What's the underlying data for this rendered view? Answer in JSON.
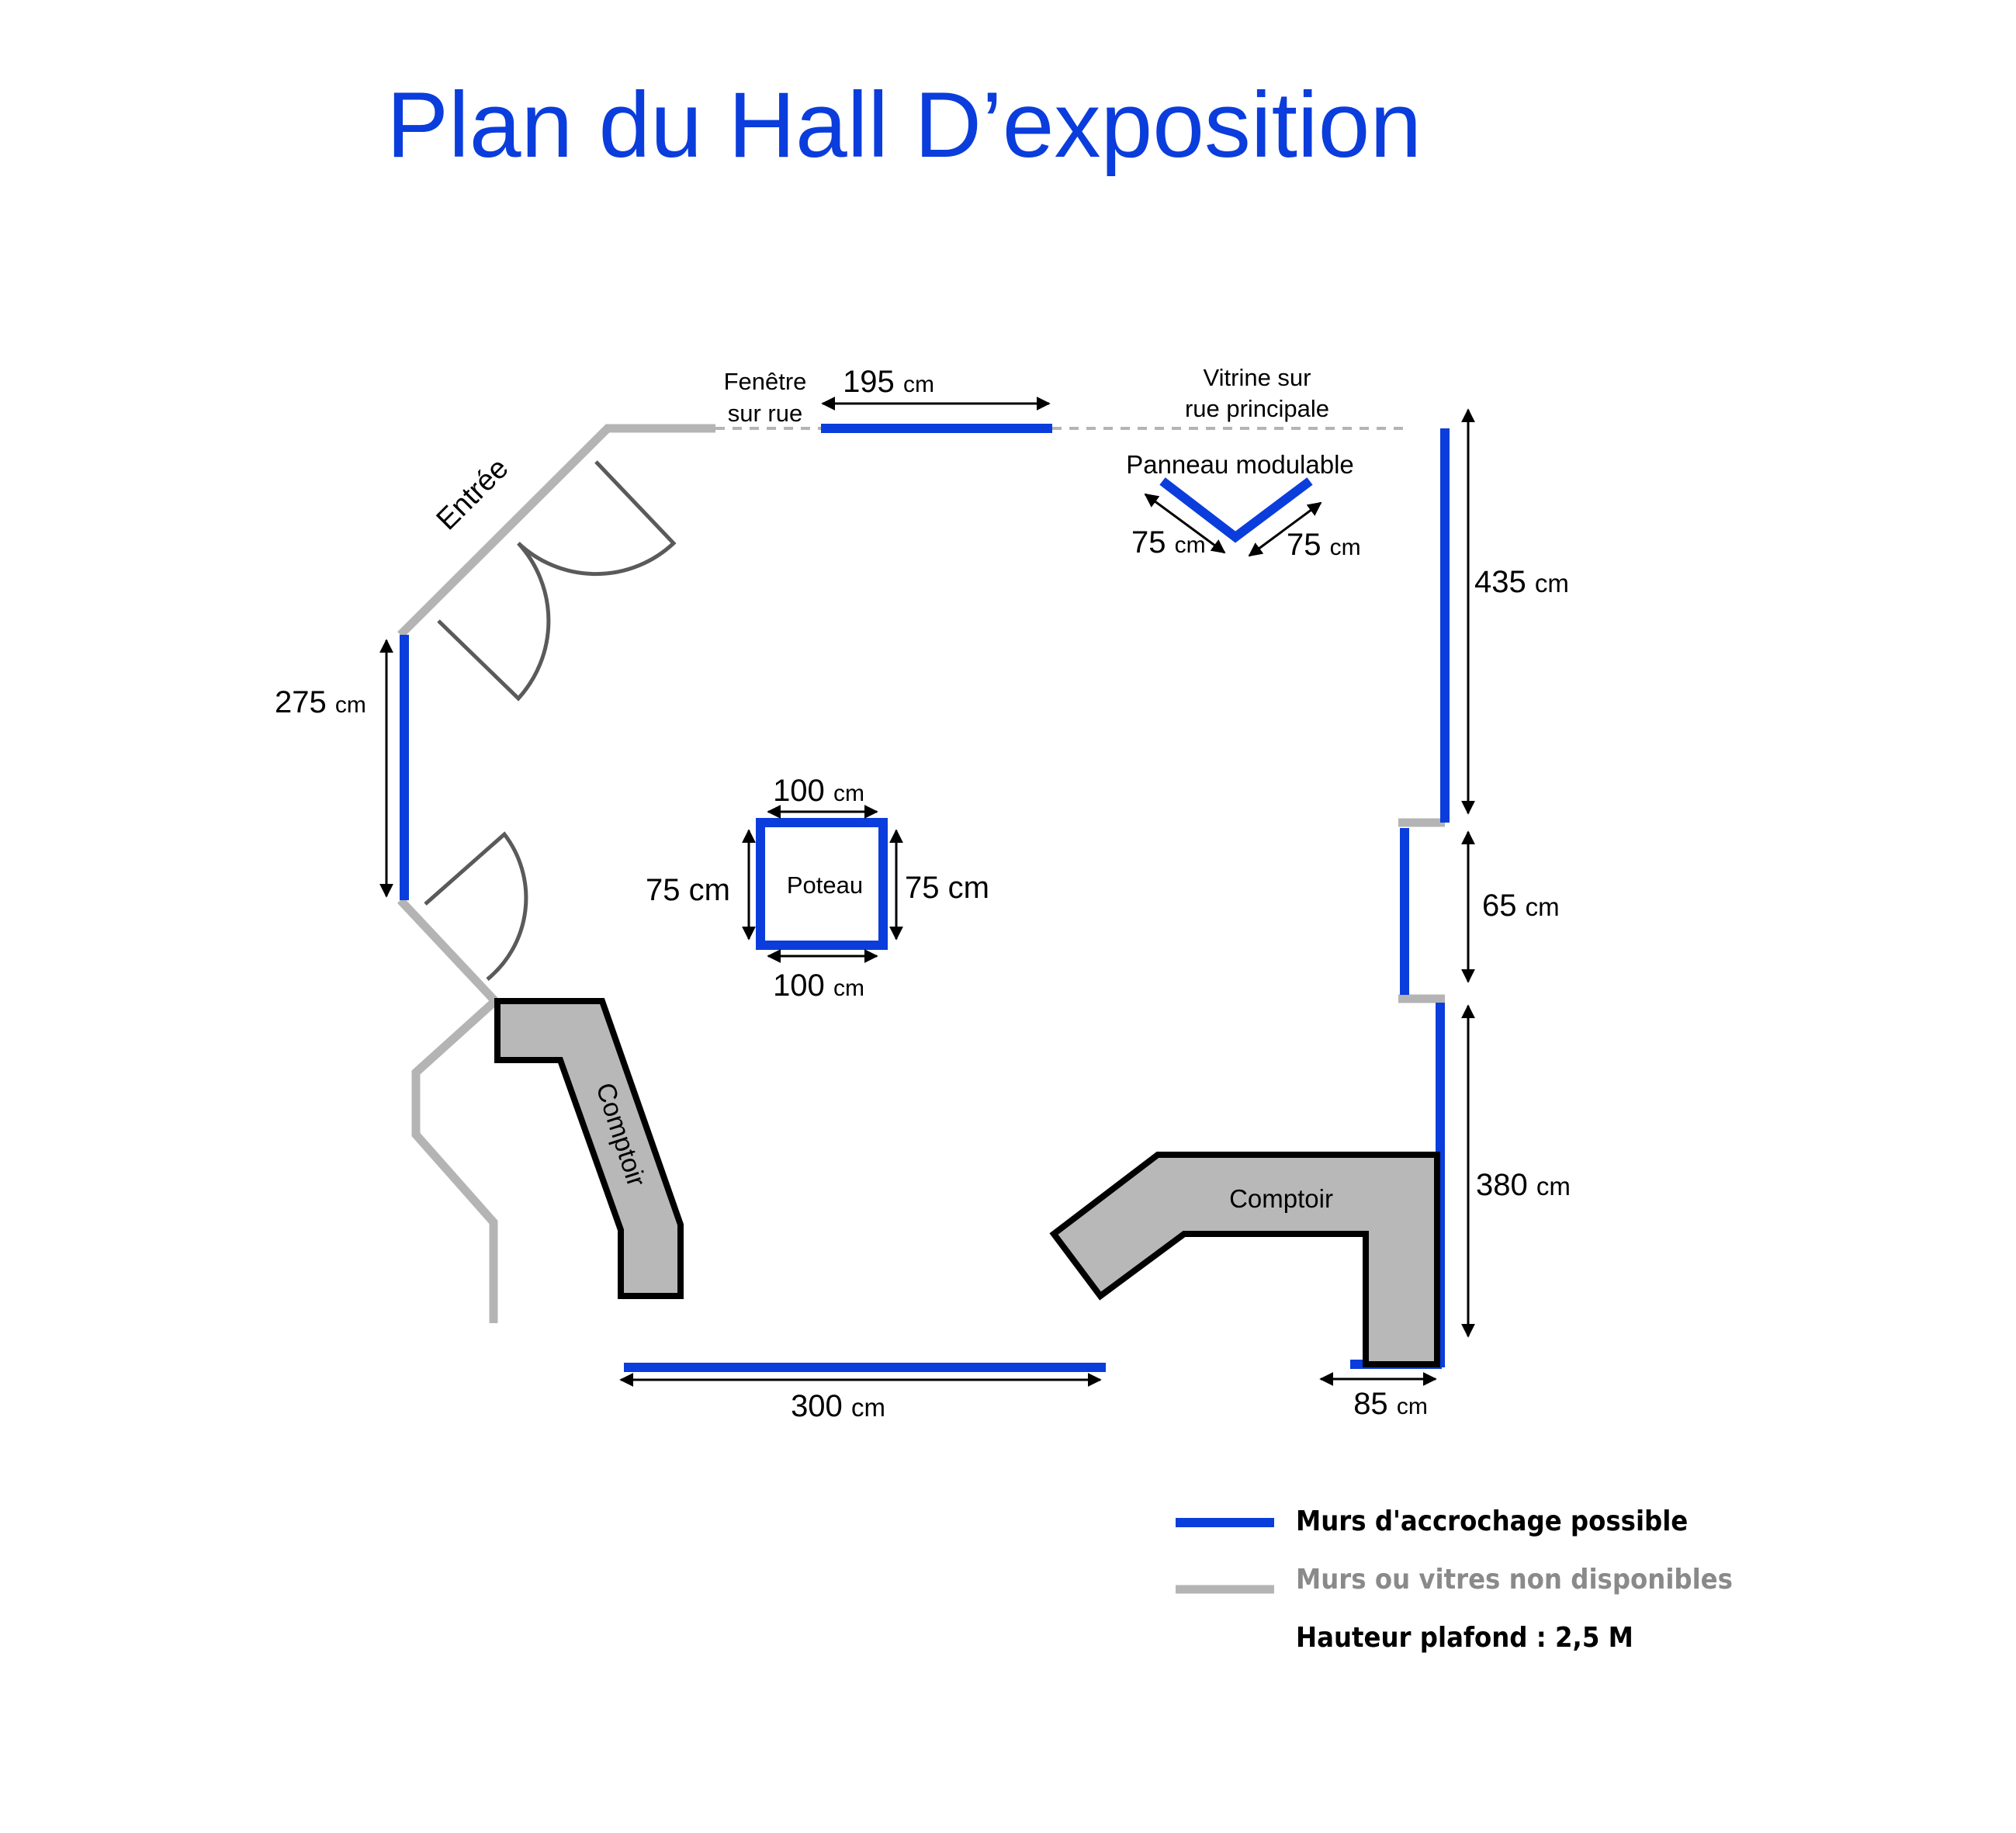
{
  "title": "Plan du Hall D’exposition",
  "colors": {
    "hanging_wall": "#0a3ddc",
    "unavailable_wall": "#b4b4b4",
    "counter": "#b8b8b8",
    "title": "#0a3ddc"
  },
  "labels": {
    "entree": "Entrée",
    "fenetre_1": "Fenêtre",
    "fenetre_2": "sur rue",
    "vitrine_1": "Vitrine sur",
    "vitrine_2": "rue principale",
    "panneau": "Panneau modulable",
    "poteau": "Poteau",
    "comptoir_left": "Comptoir",
    "comptoir_right": "Comptoir"
  },
  "dimensions": {
    "top_wall": {
      "value": "195",
      "unit": "cm"
    },
    "left_wall": {
      "value": "275",
      "unit": "cm"
    },
    "panel_left": {
      "value": "75",
      "unit": "cm"
    },
    "panel_right": {
      "value": "75",
      "unit": "cm"
    },
    "right_upper": {
      "value": "435",
      "unit": "cm"
    },
    "right_middle": {
      "value": "65",
      "unit": "cm"
    },
    "right_lower": {
      "value": "380",
      "unit": "cm"
    },
    "bottom_wall": {
      "value": "300",
      "unit": "cm"
    },
    "bottom_right": {
      "value": "85",
      "unit": "cm"
    },
    "poteau_top": {
      "value": "100",
      "unit": "cm"
    },
    "poteau_bottom": {
      "value": "100",
      "unit": "cm"
    },
    "poteau_left": {
      "value": "75 cm"
    },
    "poteau_right": {
      "value": "75 cm"
    }
  },
  "legend": {
    "hanging": "Murs d'accrochage possible",
    "unavailable": "Murs ou vitres non disponibles",
    "ceiling": "Hauteur plafond : 2,5 M"
  }
}
